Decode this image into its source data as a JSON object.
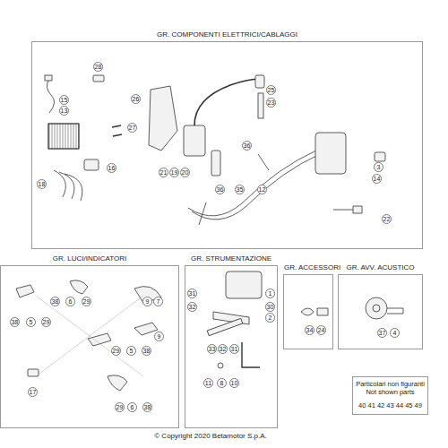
{
  "diagram": {
    "nodes": [
      {
        "text": [
          "GR. COMPONENTI ELETTRICI/CABLAGGI"
        ]
      },
      {
        "text": [
          "GR. LUCI/INDICATORI"
        ]
      },
      {
        "text": [
          "GR. STRUMENTAZIONE"
        ]
      },
      {
        "text": [
          "GR. ACCESSORI"
        ]
      },
      {
        "text": [
          "GR. AVV. ACUSTICO"
        ]
      },
      {
        "text": [
          "Particolari non figuranti Not shown parts",
          "40 41 42 43 44 45 49"
        ]
      }
    ],
    "labels": [
      "28",
      "26",
      "25",
      "23",
      "15",
      "13",
      "27",
      "3",
      "14",
      "36",
      "16",
      "21",
      "19",
      "20",
      "36",
      "35",
      "12",
      "18",
      "22",
      "38",
      "6",
      "29",
      "9",
      "7",
      "38",
      "5",
      "29",
      "9",
      "29",
      "5",
      "38",
      "17",
      "29",
      "6",
      "38",
      "1",
      "31",
      "32",
      "30",
      "2",
      "33",
      "32",
      "31",
      "11",
      "8",
      "10",
      "34",
      "24",
      "37",
      "4"
    ],
    "caption": "© Copyright 2020 Betamotor S.p.A."
  }
}
